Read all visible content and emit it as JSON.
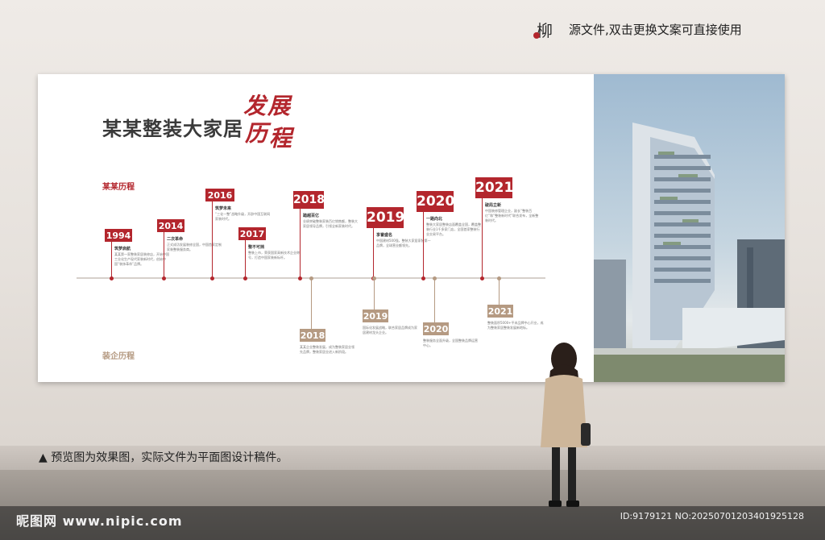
{
  "top_note": {
    "text": "源文件,双击更换文案可直接使用",
    "seal_glyph": "柳"
  },
  "board": {
    "title": "某某整装大家居",
    "title_cal_1": "发",
    "title_cal_2": "展",
    "title_cal_3": "历",
    "title_cal_4": "程",
    "upper_label": "某某历程",
    "lower_label": "装企历程",
    "upper_events": [
      {
        "year": "1994",
        "title": "筑梦启航",
        "desc": "某某第一家整装家居装修店，开始中国工业化生产现代家装新时代，创始中国“装饰革命”品牌。"
      },
      {
        "year": "2014",
        "title": "二次革命",
        "desc": "正式成功发展装修全国，中国首家定制家装整装服务商。"
      },
      {
        "year": "2016",
        "title": "筑梦未来",
        "desc": "“三化一整”战略升级，开辟中国互联网家装时代。"
      },
      {
        "year": "2017",
        "title": "整不可挡",
        "desc": "整装上市，荣获国家高新技术企业称号，打造中国家装新标杆。"
      },
      {
        "year": "2018",
        "title": "踏越百亿",
        "desc": "业绩突破整装家装百亿销售额，整装大家居领导品牌，引领全新家装时代。"
      },
      {
        "year": "2019",
        "title": "享誉盛名",
        "desc": "中国建材500强，整装大家居家装第一品牌，全球营业额领先。"
      },
      {
        "year": "2020",
        "title": "一路向北",
        "desc": "整装大家居整装店面覆盖全国，覆盖整装行业1千多家门店，全国首家整装行业交易平台。"
      },
      {
        "year": "2021",
        "title": "破局立新",
        "desc": "中国装修管理企业，副长“整装百亿”和“整装新时代”联合发布，全新整装时代。"
      }
    ],
    "lower_events": [
      {
        "year": "2018",
        "desc": "某某企业整装发展，成为整装家居业领先品牌，整装家居业进入新阶段。"
      },
      {
        "year": "2019",
        "desc": "国际化发展战略，联合家居品牌成为家居建材龙头企业。"
      },
      {
        "year": "2020",
        "desc": "整装服务全面升级，全国整装品牌运营中心。"
      },
      {
        "year": "2021",
        "desc": "整装面积5000+平米品牌中心开业，成为整装家居整装发展新地标。"
      }
    ]
  },
  "bottom_note": "▲ 预览图为效果图，实际文件为平面图设计稿件。",
  "footer": {
    "logo": "昵图网 www.nipic.com",
    "id": "ID:9179121 NO:20250701203401925128"
  },
  "colors": {
    "accent_red": "#b3262d",
    "accent_tan": "#b59a82"
  }
}
